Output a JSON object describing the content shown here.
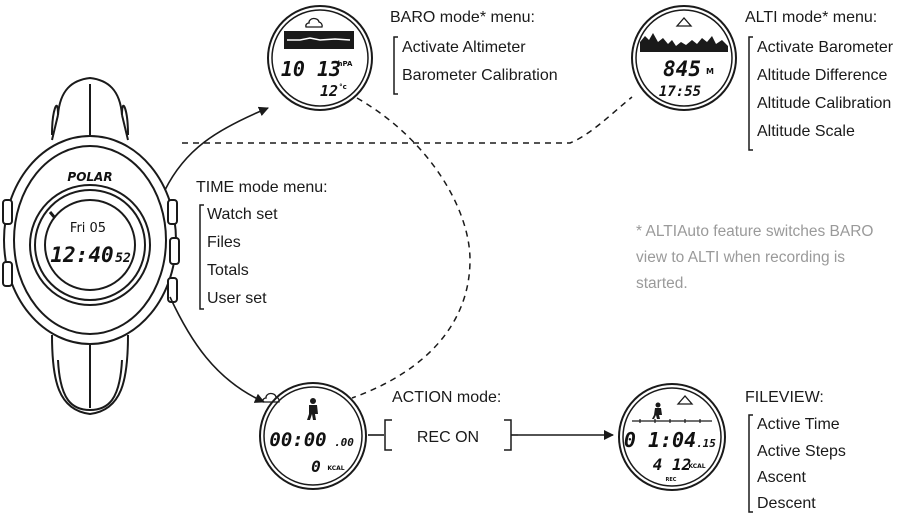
{
  "time_mode": {
    "title": "TIME mode menu:",
    "items": [
      "Watch set",
      "Files",
      "Totals",
      "User set"
    ],
    "watch": {
      "brand": "POLAR",
      "date": "Fri 05",
      "time": "12:40",
      "seconds": "52"
    }
  },
  "baro_mode": {
    "title": "BARO mode* menu:",
    "items": [
      "Activate Altimeter",
      "Barometer Calibration"
    ],
    "display": {
      "pressure": "10 13",
      "pressure_unit": "hPA",
      "temperature": "12",
      "temperature_unit": "°c"
    }
  },
  "alti_mode": {
    "title": "ALTI mode* menu:",
    "items": [
      "Activate Barometer",
      "Altitude Difference",
      "Altitude Calibration",
      "Altitude Scale"
    ],
    "display": {
      "altitude": "845",
      "altitude_unit": "M",
      "time": "17:55"
    }
  },
  "action_mode": {
    "title": "ACTION mode:",
    "action": "REC ON",
    "display": {
      "duration": "00:00",
      "duration_frac": ".00",
      "calories": "0",
      "calories_unit": "KCAL"
    }
  },
  "fileview": {
    "title": "FILEVIEW:",
    "items": [
      "Active Time",
      "Active Steps",
      "Ascent",
      "Descent"
    ],
    "display": {
      "duration": "0 1:04",
      "duration_frac": ".15",
      "calories": "4 12",
      "calories_unit": "KCAL",
      "rec": "REC"
    }
  },
  "footnote": [
    "* ALTIAuto feature switches BARO",
    "view to ALTI when recording is",
    "started."
  ],
  "colors": {
    "ink": "#1a1a1a",
    "note": "#9a9a9a"
  },
  "icons": [
    "watch-icon",
    "cloud-icon",
    "mountain-icon",
    "runner-icon",
    "arrow-icon"
  ]
}
